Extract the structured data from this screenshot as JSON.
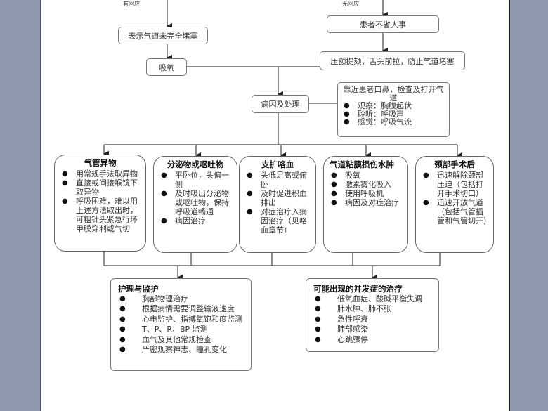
{
  "colors": {
    "background": "#8e97ad",
    "page": "#ffffff",
    "line": "#555555"
  },
  "labels": {
    "responsive": "有回应",
    "unresponsive": "无回应"
  },
  "nodes": {
    "airway_partial": "表示气道未完全堵塞",
    "oxygen": "吸氧",
    "unconscious": "患者不省人事",
    "head_tilt": "压额提颏，舌头前拉，防止气道堵塞",
    "cause": "病因及处理"
  },
  "check": {
    "title": "靠近患者口鼻，检查及打开气道",
    "items": [
      "观察：胸腹起伏",
      "聆听：呼吸声",
      "感觉：呼吸气流"
    ]
  },
  "causes": [
    {
      "title": "气管异物",
      "items": [
        "用常规手法取异物",
        "直接或间接喉镜下取异物",
        "呼吸困难，难以用上述方法取出时，可粗针头紧急行环甲膜穿刺或气切"
      ]
    },
    {
      "title": "分泌物或呕吐物",
      "items": [
        "平卧位，头偏一侧",
        "及时吸出分泌物或呕吐物，保持呼吸道畅通",
        "病因治疗"
      ]
    },
    {
      "title": "支扩咯血",
      "items": [
        "头低足高或俯卧",
        "及时促进积血排出",
        "对症治疗入病因治疗（见咯血章节）"
      ]
    },
    {
      "title": "气道粘膜损伤水肿",
      "items": [
        "吸氧",
        "激素雾化吸入",
        "使用呼吸机",
        "病因及对症治疗"
      ]
    },
    {
      "title": "颈部手术后",
      "items": [
        "迅速解除颈部压迫（包括打开手术切口）",
        "迅速开放气道（包括气管插管和气管切开）"
      ]
    }
  ],
  "care": {
    "title": "护理与监护",
    "items": [
      "胸部物理治疗",
      "根据病情需要调整输液速度",
      "心电监护、指搏氧饱和度监测",
      "T、P、R、BP 监测",
      "血气及其他常规检查",
      "严密观察神志、瞳孔变化"
    ]
  },
  "complications": {
    "title": "可能出现的并发症的治疗",
    "items": [
      "低氧血症、酸碱平衡失调",
      "肺水肿、肺不张",
      "急性呼衰",
      "肺部感染",
      "心跳骤停"
    ]
  }
}
